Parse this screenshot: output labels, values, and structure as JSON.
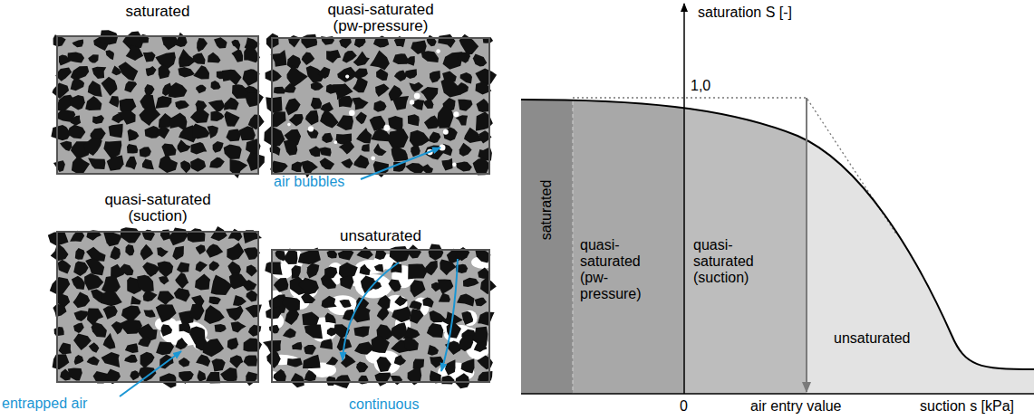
{
  "diagram": {
    "nodes": [
      {
        "text": [
          "saturated"
        ]
      },
      {
        "text": [
          "quasi-saturated (pw-pressure)"
        ]
      },
      {
        "text": [
          "quasi-saturated (suction)"
        ]
      },
      {
        "text": [
          "unsaturated"
        ]
      },
      {
        "text": [
          "saturated"
        ]
      },
      {
        "text": [
          "quasi- saturated (pw- pressure)"
        ]
      },
      {
        "text": [
          "quasi- saturated (suction)"
        ]
      },
      {
        "text": [
          "unsaturated"
        ]
      }
    ],
    "labels": [
      "air bubbles",
      "entrapped air",
      "continuous",
      "saturation S [-]",
      "1,0",
      "0",
      "air entry value",
      "suction s [kPa]"
    ]
  }
}
